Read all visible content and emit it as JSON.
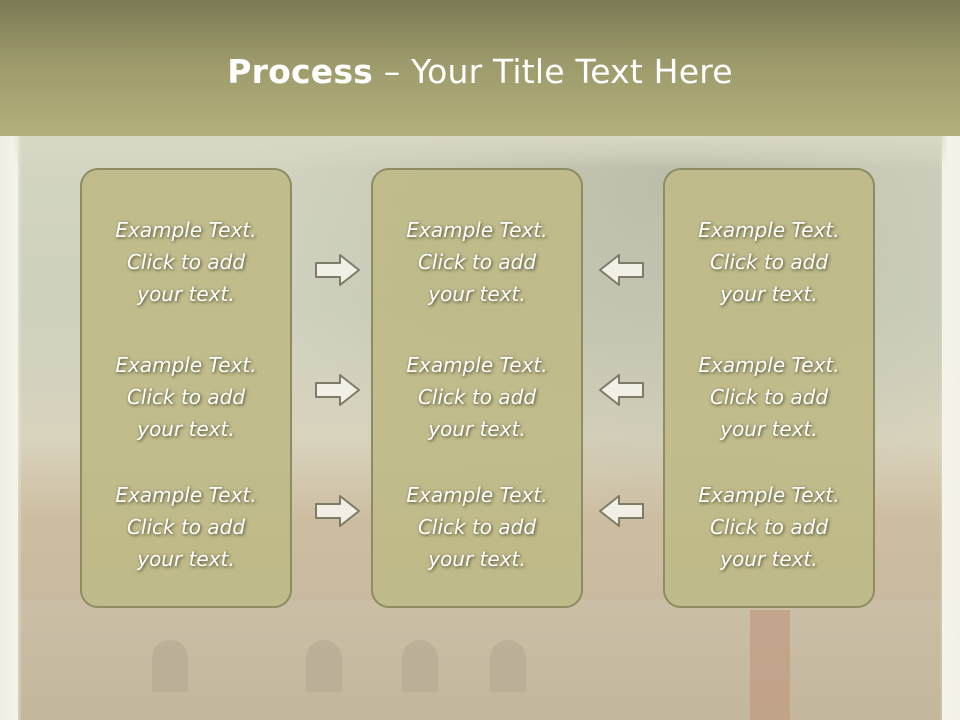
{
  "title": {
    "bold": "Process",
    "rest": " – Your Title Text Here"
  },
  "columns": [
    {
      "items": [
        {
          "line1": "Example Text.",
          "line2": "Click  to add",
          "line3": "your text."
        },
        {
          "line1": "Example Text.",
          "line2": "Click  to add",
          "line3": "your text."
        },
        {
          "line1": "Example Text.",
          "line2": "Click  to add",
          "line3": "your text."
        }
      ]
    },
    {
      "items": [
        {
          "line1": "Example Text.",
          "line2": "Click  to add",
          "line3": "your text."
        },
        {
          "line1": "Example Text.",
          "line2": "Click  to add",
          "line3": "your text."
        },
        {
          "line1": "Example Text.",
          "line2": "Click  to add",
          "line3": "your text."
        }
      ]
    },
    {
      "items": [
        {
          "line1": "Example Text.",
          "line2": "Click  to add",
          "line3": "your text."
        },
        {
          "line1": "Example Text.",
          "line2": "Click  to add",
          "line3": "your text."
        },
        {
          "line1": "Example Text.",
          "line2": "Click  to add",
          "line3": "your text."
        }
      ]
    }
  ],
  "arrows": {
    "left_group": "right-arrow-icon",
    "right_group": "left-arrow-icon"
  },
  "colors": {
    "header": "#9c9a6a",
    "box_fill": "#bebA88",
    "box_border": "#8e8c62",
    "text": "#ffffff"
  }
}
